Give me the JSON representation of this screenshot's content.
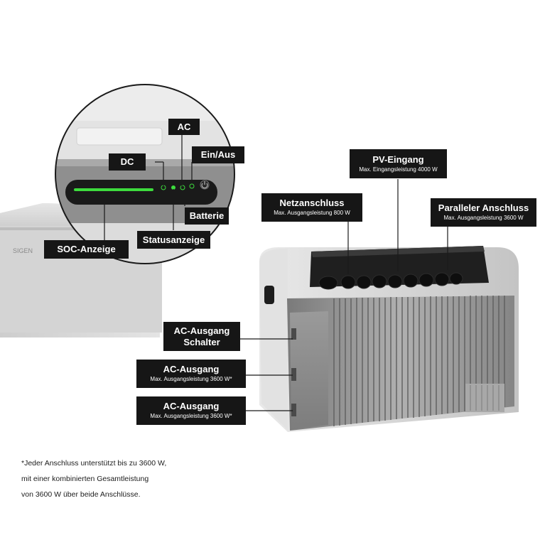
{
  "product": {
    "brand_mark": "SIGEN"
  },
  "callouts": {
    "ac": {
      "title": "AC"
    },
    "dc": {
      "title": "DC"
    },
    "ein_aus": {
      "title": "Ein/Aus"
    },
    "batterie": {
      "title": "Batterie"
    },
    "statusanzeige": {
      "title": "Statusanzeige"
    },
    "soc_anzeige": {
      "title": "SOC-Anzeige"
    },
    "pv_eingang": {
      "title": "PV-Eingang",
      "sub": "Max. Eingangsleistung 4000 W"
    },
    "netzanschluss": {
      "title": "Netzanschluss",
      "sub": "Max. Ausgangsleistung 800 W"
    },
    "paralleler_anschluss": {
      "title": "Paralleler Anschluss",
      "sub": "Max. Ausgangsleistung 3600 W"
    },
    "ac_ausgang_schalter": {
      "title_line1": "AC-Ausgang",
      "title_line2": "Schalter"
    },
    "ac_ausgang_1": {
      "title": "AC-Ausgang",
      "sub": "Max. Ausgangsleistung 3600 W*"
    },
    "ac_ausgang_2": {
      "title": "AC-Ausgang",
      "sub": "Max. Ausgangsleistung 3600 W*"
    }
  },
  "footnote": {
    "line1": "*Jeder Anschluss unterstützt bis zu 3600 W,",
    "line2": "mit einer kombinierten Gesamtleistung",
    "line3": "von 3600 W über beide Anschlüsse."
  },
  "colors": {
    "label_bg": "#161616",
    "led_green": "#3ddc3d",
    "housing": "#d9d9d9"
  }
}
